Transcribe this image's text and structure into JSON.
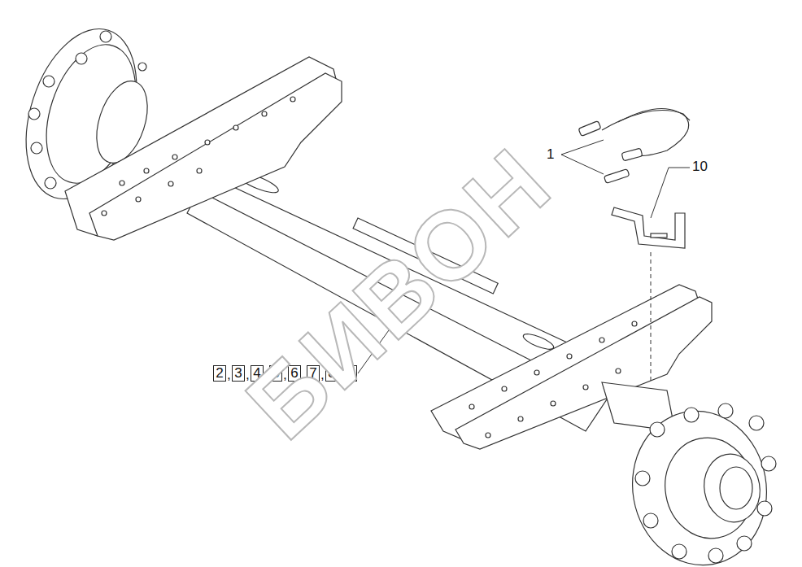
{
  "diagram": {
    "nodes": [
      {
        "text": [
          "2"
        ]
      },
      {
        "text": [
          "3"
        ]
      },
      {
        "text": [
          "4"
        ]
      },
      {
        "text": [
          "5"
        ]
      },
      {
        "text": [
          "6"
        ]
      },
      {
        "text": [
          "7"
        ]
      },
      {
        "text": [
          "8"
        ]
      },
      {
        "text": [
          "9"
        ]
      }
    ],
    "labels": [
      "1",
      "10",
      ",",
      ",",
      ",",
      ",",
      ",",
      ",",
      ",",
      "БИВОН"
    ]
  }
}
